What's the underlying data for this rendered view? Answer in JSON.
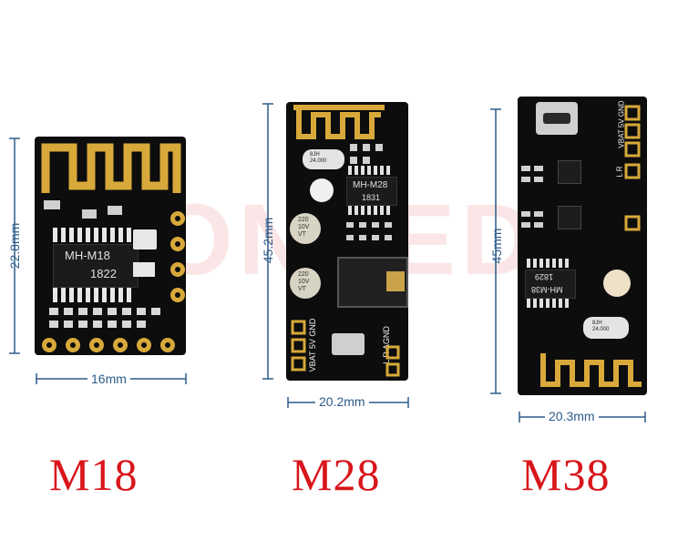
{
  "modules": [
    {
      "name": "M18",
      "chip_label": "MH-M18",
      "chip_code": "1822",
      "width": "16mm",
      "height": "22.8mm"
    },
    {
      "name": "M28",
      "chip_label": "MH-M28",
      "chip_code": "1831",
      "width": "20.2mm",
      "height": "45.2mm",
      "cap_label": "220\n10V\nVT",
      "crystal": "8JH\n24.000",
      "pins": "VBAT 5V GND",
      "pins2": "L  R  AGND"
    },
    {
      "name": "M38",
      "chip_label": "MH-M38",
      "chip_code": "1829",
      "width": "20.3mm",
      "height": "45mm",
      "crystal": "8JH\n24.000",
      "pins": "VBAT 5V GND",
      "pins2": "L  R"
    }
  ],
  "watermark": "ONEED",
  "colors": {
    "title": "#d8161b",
    "dimension": "#2d5b8a",
    "board": "#0d0d0d",
    "gold": "#d8a93a"
  }
}
